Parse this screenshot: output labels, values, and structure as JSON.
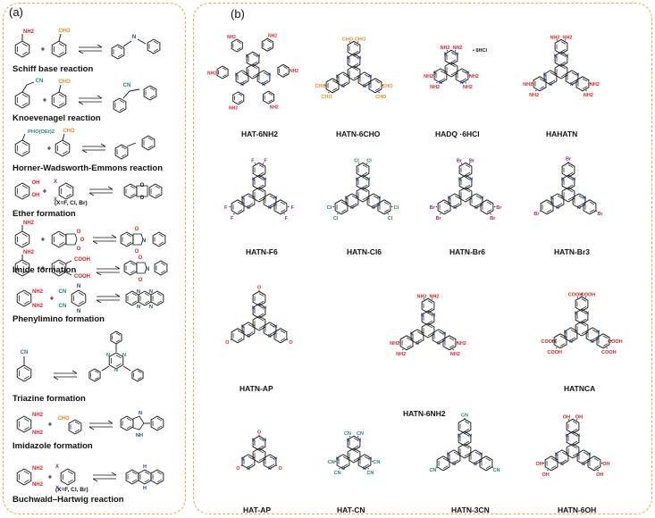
{
  "panel_a": {
    "label": "(a)",
    "reactions": [
      {
        "name": "Schiff base reaction"
      },
      {
        "name": "Knoevenagel reaction"
      },
      {
        "name": "Horner-Wadsworth-Emmons  reaction"
      },
      {
        "name": "Ether formation",
        "condition": "(X=F, Cl, Br)"
      },
      {
        "name": "Imide formation"
      },
      {
        "name": "Phenylimino formation"
      },
      {
        "name": "Triazine formation"
      },
      {
        "name": "Imidazole formation"
      },
      {
        "name": "Buchwald–Hartwig reaction",
        "condition": "(X=F, Cl, Br)"
      }
    ],
    "atoms": {
      "nh2": "NH2",
      "cho": "CHO",
      "cn": "CN",
      "pho": "PHO(OEt)2",
      "oh": "OH",
      "x": "X",
      "o": "O",
      "n": "N",
      "cooh": "COOH",
      "nh": "NH",
      "h": "H"
    }
  },
  "panel_b": {
    "label": "(b)",
    "molecules": [
      {
        "name": "HAT-6NH2"
      },
      {
        "name": "HATN-6CHO"
      },
      {
        "name": "HADQ ·6HCl",
        "extra": "• 6HCl"
      },
      {
        "name": "HAHATN"
      },
      {
        "name": "HATN-F6"
      },
      {
        "name": "HATN-Cl6"
      },
      {
        "name": "HATN-Br6"
      },
      {
        "name": "HATN-Br3"
      },
      {
        "name": "HATN-AP"
      },
      {
        "name": "HATN-6NH2"
      },
      {
        "name": "HATNCA"
      },
      {
        "name": "HAT-AP"
      },
      {
        "name": "HAT-CN"
      },
      {
        "name": "HATN-3CN"
      },
      {
        "name": "HATN-6OH"
      }
    ]
  },
  "colors": {
    "border": "#e6a84a",
    "amine": "#e8202a",
    "aldehyde": "#f08a1e",
    "nitrile": "#1a8a6e",
    "halogen_cl": "#1a8a3a",
    "halogen_br": "#9b2a7a",
    "halogen_x": "#8a2aa0",
    "acid": "#d11f1f"
  }
}
